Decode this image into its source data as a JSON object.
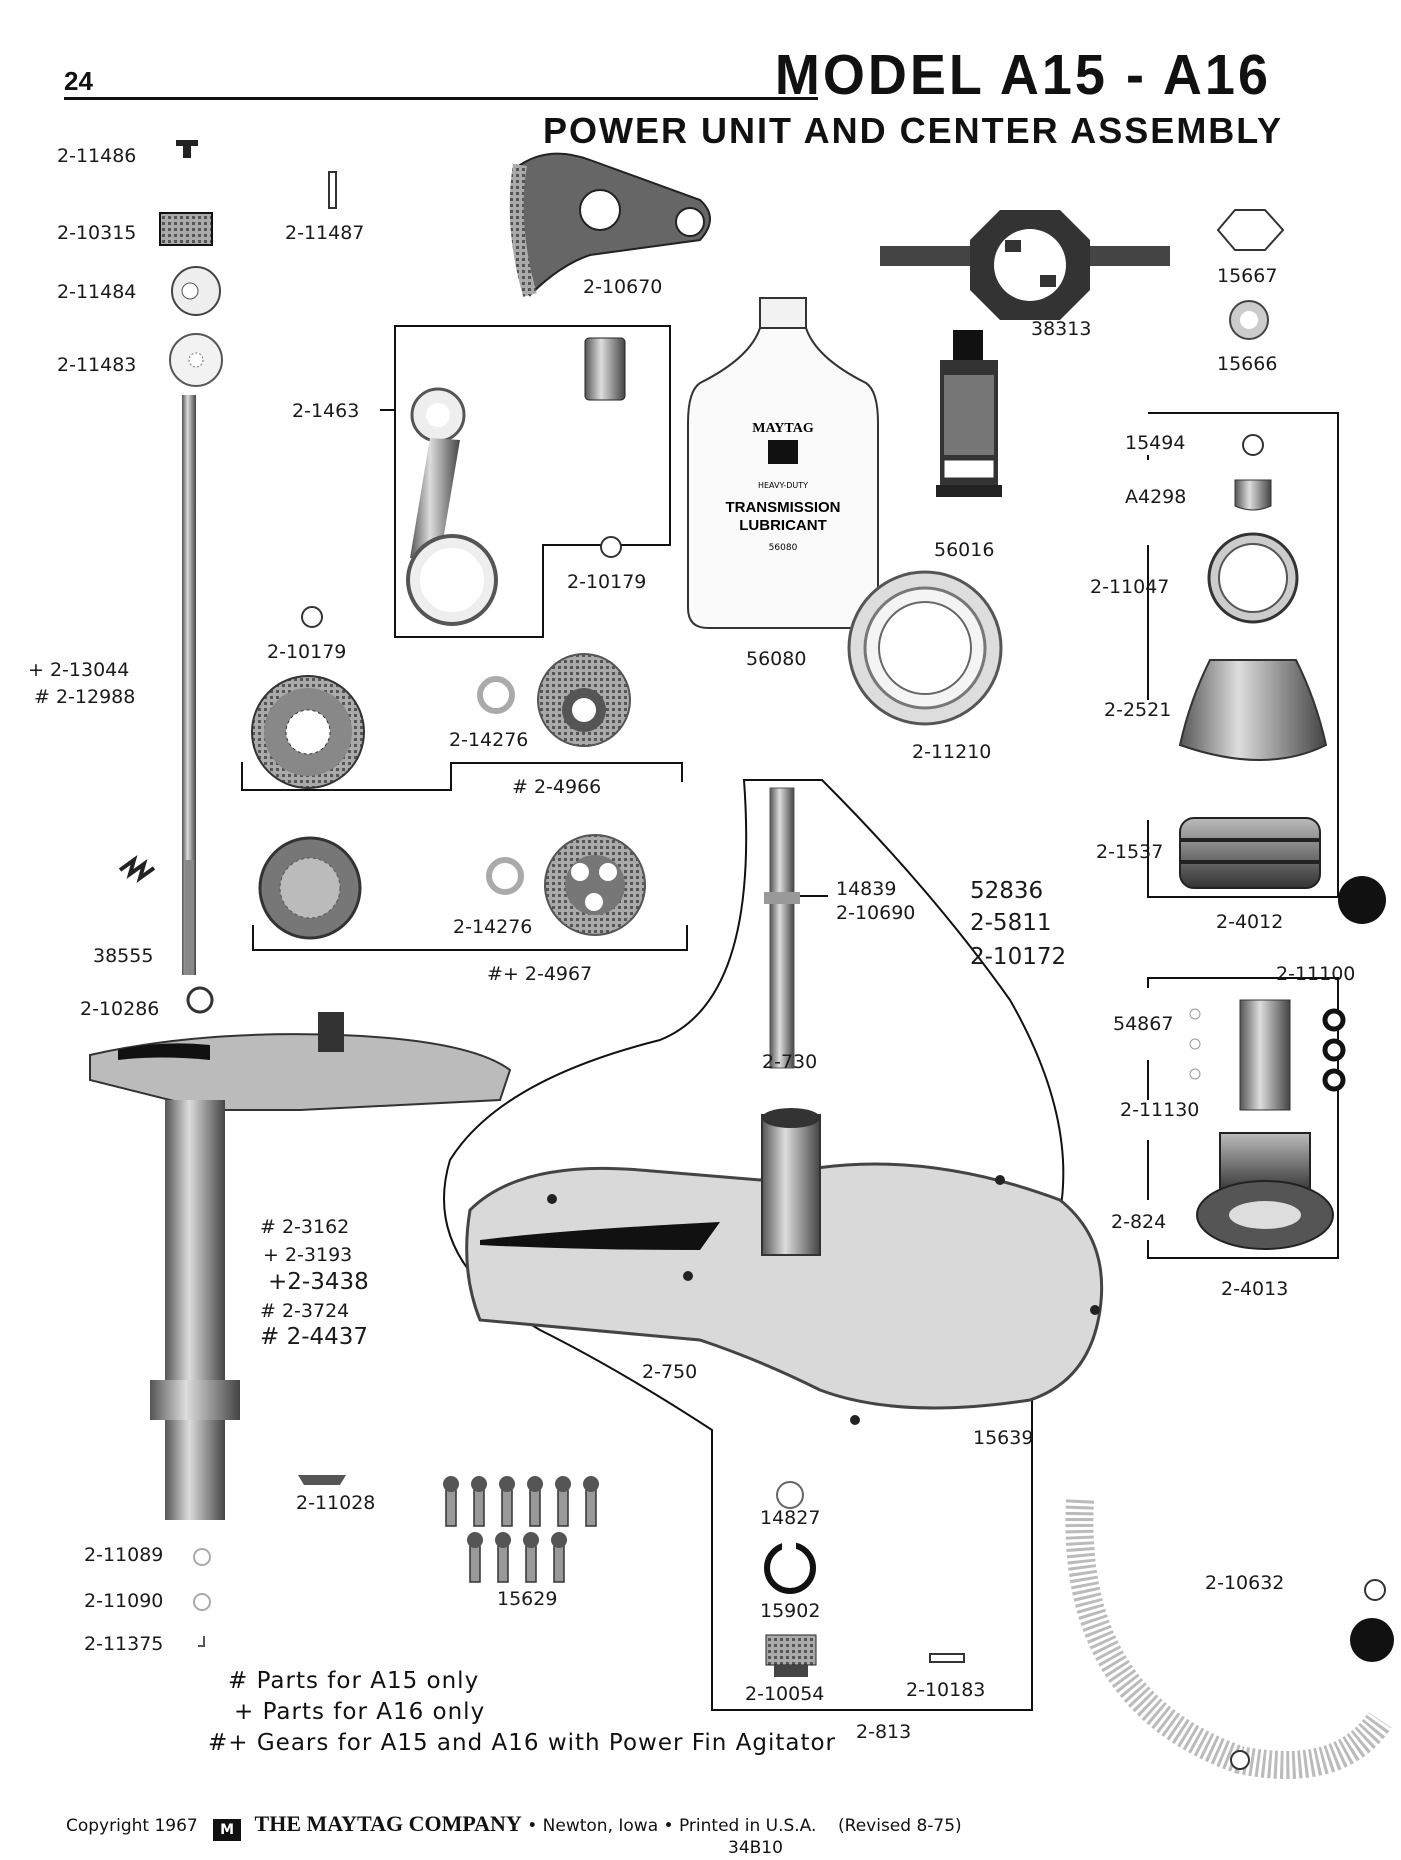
{
  "header": {
    "page_number": "24",
    "title": "MODEL A15 - A16",
    "subtitle": "POWER UNIT AND CENTER ASSEMBLY"
  },
  "parts": {
    "p1": "2-11486",
    "p2": "2-10315",
    "p3": "2-11487",
    "p4": "2-11484",
    "p5": "2-11483",
    "p6": "2-10670",
    "p7": "38313",
    "p8": "15667",
    "p9": "15666",
    "p10": "2-1463",
    "p11": "2-10179",
    "p12": "2-10179",
    "p13": "56080",
    "p14": "56016",
    "p15": "15494",
    "p16": "A4298",
    "p17": "2-11047",
    "p18": "+ 2-13044",
    "p19": "# 2-12988",
    "p20": "2-14276",
    "p21": "# 2-4966",
    "p22": "2-11210",
    "p23": "2-2521",
    "p24": "2-1537",
    "p25": "2-4012",
    "p26": "14839",
    "p27": "2-10690",
    "p28": "52836",
    "p29": "2-5811",
    "p30": "2-10172",
    "p31": "2-14276",
    "p32": "#+ 2-4967",
    "p33": "38555",
    "p34": "2-10286",
    "p35": "2-730",
    "p36": "2-11100",
    "p37": "54867",
    "p38": "2-11130",
    "p39": "2-824",
    "p40": "2-4013",
    "p41": "# 2-3162",
    "p42": "+ 2-3193",
    "p43": "+2-3438",
    "p44": "# 2-3724",
    "p45": "# 2-4437",
    "p46": "2-750",
    "p47": "15639",
    "p48": "2-11028",
    "p49": "15629",
    "p50": "14827",
    "p51": "15902",
    "p52": "2-10054",
    "p53": "2-10183",
    "p54": "2-813",
    "p55": "2-10632",
    "p56": "2-11089",
    "p57": "2-11090",
    "p58": "2-11375"
  },
  "notes": {
    "n1": "# Parts for A15 only",
    "n2": "+ Parts for A16 only",
    "n3": "#+ Gears for A15 and A16 with Power Fin Agitator"
  },
  "bottle": {
    "brand": "MAYTAG",
    "line1": "HEAVY-DUTY",
    "line2": "TRANSMISSION",
    "line3": "LUBRICANT",
    "number": "56080"
  },
  "footer": {
    "copyright": "Copyright 1967",
    "company": "THE MAYTAG COMPANY",
    "city": "Newton, Iowa",
    "printed": "Printed in U.S.A.",
    "revised": "(Revised 8-75)",
    "code": "34B10"
  }
}
